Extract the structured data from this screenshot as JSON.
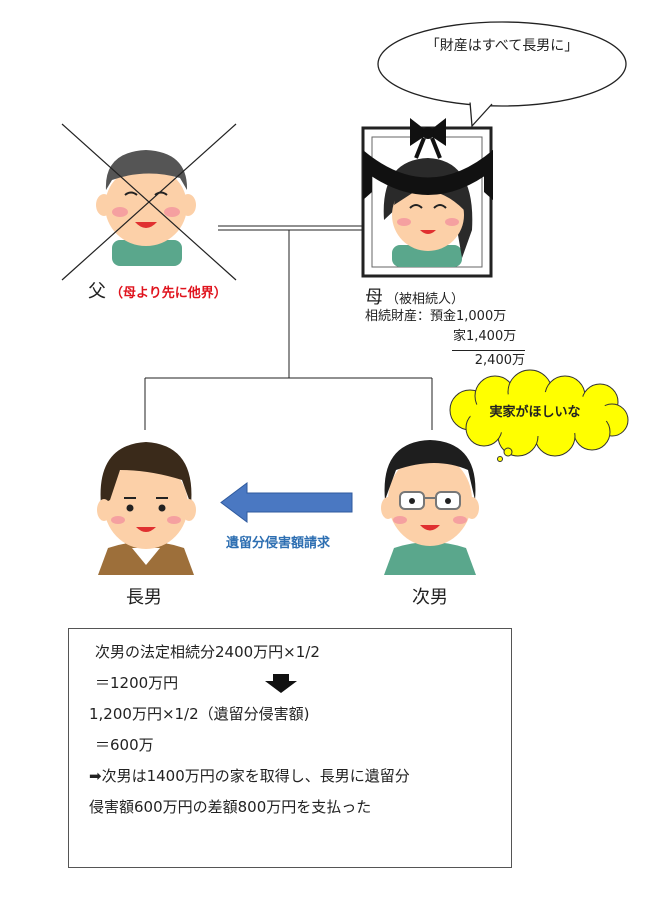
{
  "speech_bubble": {
    "text": "「財産はすべて長男に」"
  },
  "father": {
    "label": "父",
    "note": "（母より先に他界）"
  },
  "mother": {
    "label": "母",
    "sub": "（被相続人）",
    "estate_line1": "相続財産：預金1,000万",
    "estate_line2": "家1,400万",
    "estate_total": "2,400万"
  },
  "thought_bubble": {
    "text": "実家がほしいな"
  },
  "arrow": {
    "label": "遺留分侵害額請求"
  },
  "eldest_son": {
    "label": "長男"
  },
  "second_son": {
    "label": "次男"
  },
  "calculation": {
    "line1": "次男の法定相続分2400万円×1/2",
    "line2": "＝1200万円",
    "line3": "1,200万円×1/2（遺留分侵害額)",
    "line4": "＝600万",
    "line5": "➡次男は1400万円の家を取得し、長男に遺留分",
    "line6": "侵害額600万円の差額800万円を支払った"
  },
  "colors": {
    "accent_red": "#e0141e",
    "arrow_blue": "#4a78c2",
    "arrow_label": "#2e6fb2",
    "thought_yellow": "#ffff00",
    "skin": "#fcd0a8",
    "shirt_green": "#5aa78c",
    "jacket_brown": "#9d6f3a",
    "hair": "#2a2a2a"
  }
}
